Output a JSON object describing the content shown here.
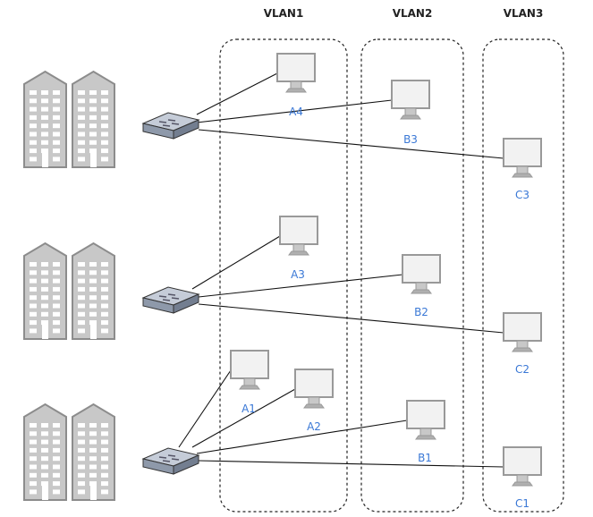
{
  "vlans": [
    {
      "title": "VLAN1"
    },
    {
      "title": "VLAN2"
    },
    {
      "title": "VLAN3"
    }
  ],
  "computers": [
    {
      "label": "A4",
      "vlan": "VLAN1",
      "switch": 1
    },
    {
      "label": "B3",
      "vlan": "VLAN2",
      "switch": 1
    },
    {
      "label": "C3",
      "vlan": "VLAN3",
      "switch": 1
    },
    {
      "label": "A3",
      "vlan": "VLAN1",
      "switch": 2
    },
    {
      "label": "B2",
      "vlan": "VLAN2",
      "switch": 2
    },
    {
      "label": "C2",
      "vlan": "VLAN3",
      "switch": 2
    },
    {
      "label": "A1",
      "vlan": "VLAN1",
      "switch": 3
    },
    {
      "label": "A2",
      "vlan": "VLAN1",
      "switch": 3
    },
    {
      "label": "B1",
      "vlan": "VLAN2",
      "switch": 3
    },
    {
      "label": "C1",
      "vlan": "VLAN3",
      "switch": 3
    }
  ],
  "colors": {
    "label": "#3a78d6",
    "building": "#8c8c8c",
    "switch": "#a9b3c2"
  },
  "icons": {
    "building": "building-icon",
    "switch": "network-switch-icon",
    "computer": "monitor-icon"
  }
}
